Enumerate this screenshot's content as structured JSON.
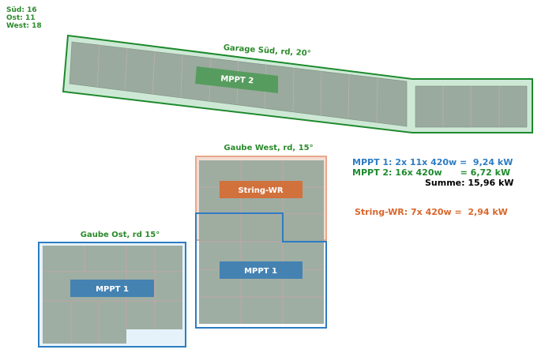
{
  "counts": {
    "sued": "Süd: 16",
    "ost": "Ost: 11",
    "west": "West: 18"
  },
  "roofs": {
    "garage": "Garage Süd, rd, 20°",
    "gaube_west": "Gaube West, rd, 15°",
    "gaube_ost": "Gaube Ost, rd 15°"
  },
  "tags": {
    "mppt2": "MPPT 2",
    "string_wr": "String-WR",
    "mppt1_west": "MPPT 1",
    "mppt1_ost": "MPPT 1"
  },
  "summary": {
    "mppt1": "MPPT 1: 2x 11x 420w =  9,24 kW",
    "mppt2": "MPPT 2: 16x 420w      = 6,72 kW",
    "summe": "Summe: 15,96 kW",
    "string_wr": "String-WR: 7x 420w =  2,94 kW"
  },
  "colors": {
    "green": "#1e8a2e",
    "blue": "#2d7cc2",
    "orange": "#d9662a",
    "panel": "#9aaa9e"
  }
}
